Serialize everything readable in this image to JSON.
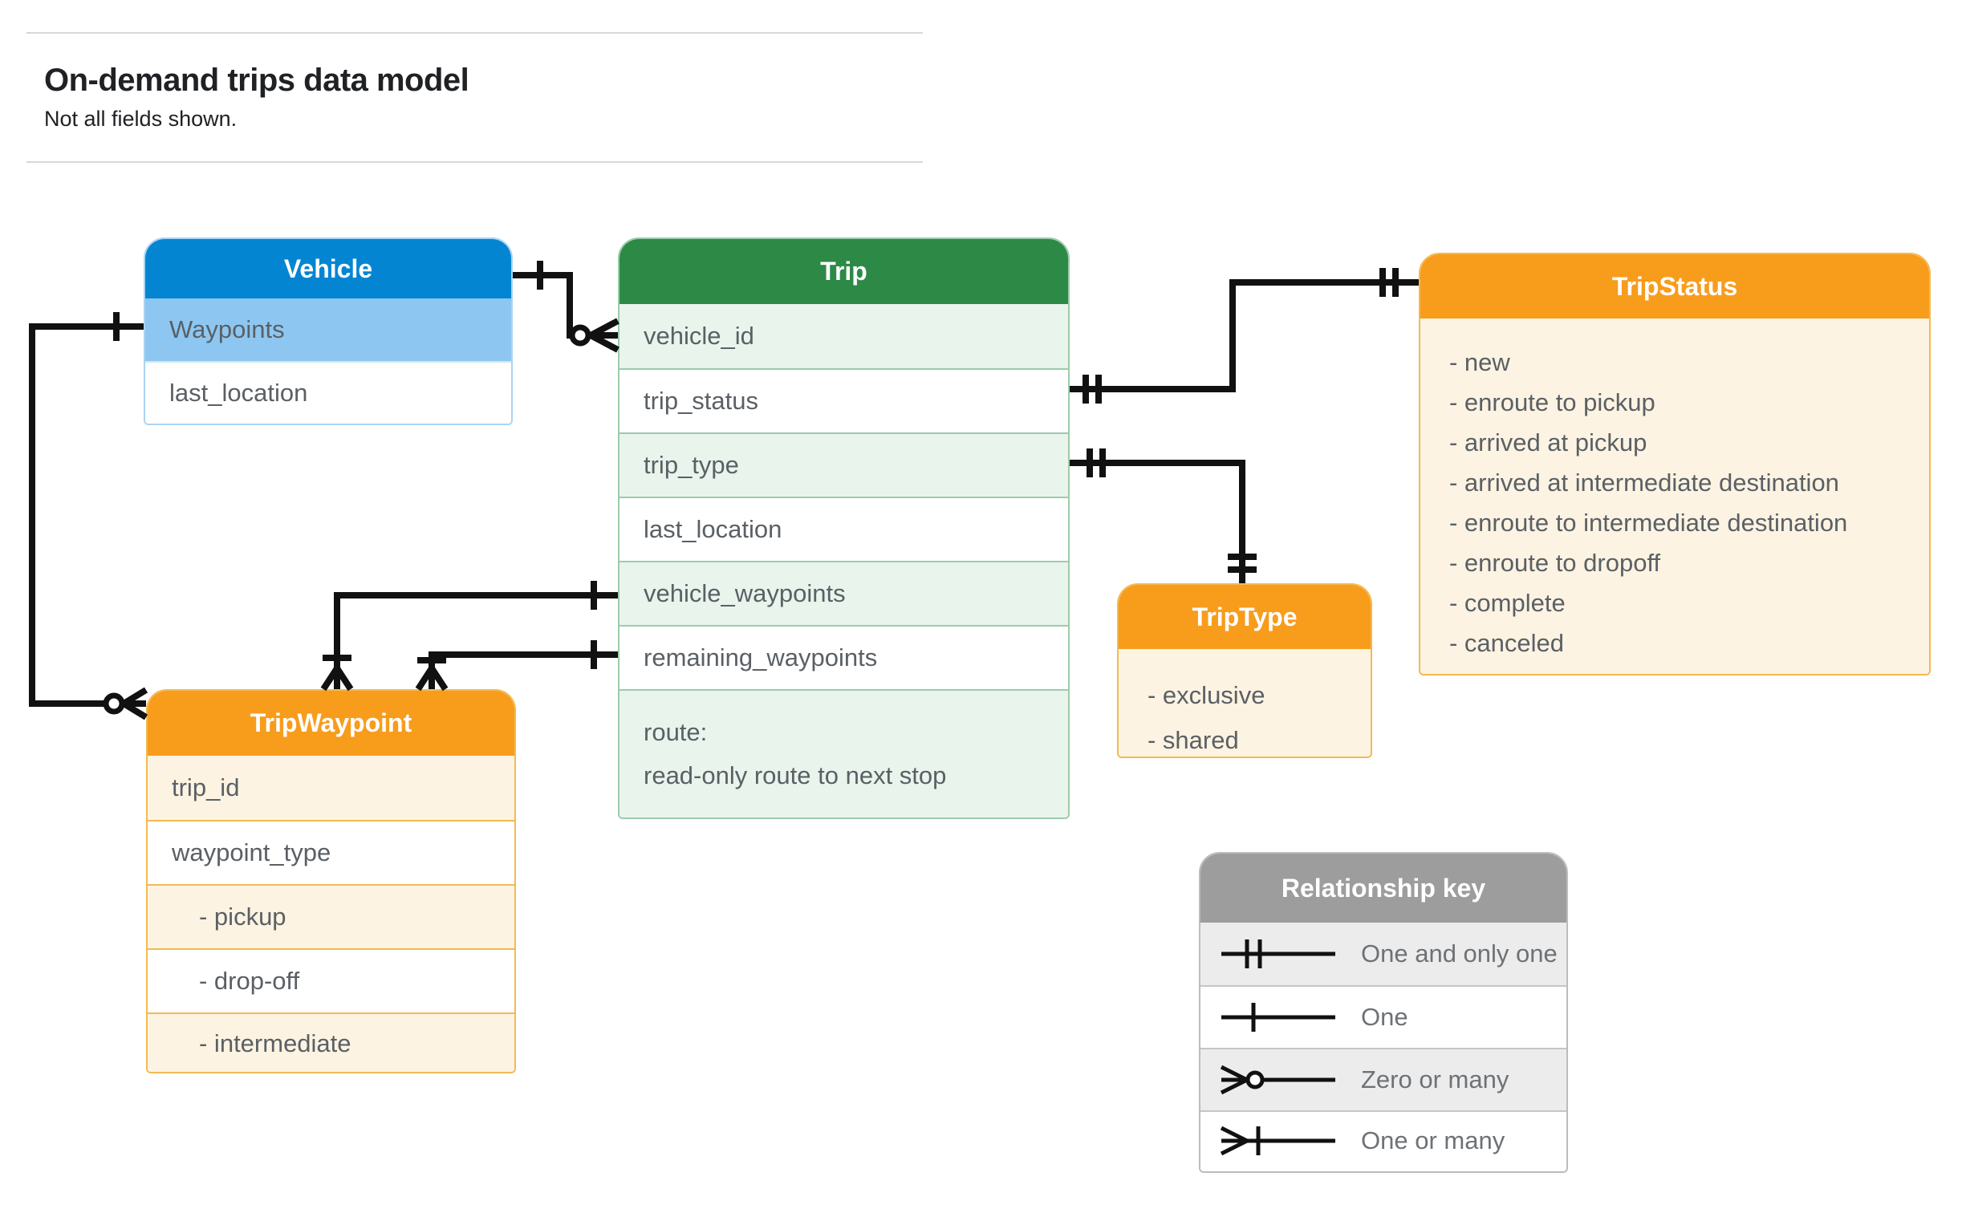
{
  "header": {
    "title": "On-demand trips data model",
    "subtitle": "Not all fields shown."
  },
  "entities": {
    "vehicle": {
      "title": "Vehicle",
      "rows": [
        "Waypoints",
        "last_location"
      ]
    },
    "trip": {
      "title": "Trip",
      "rows": [
        "vehicle_id",
        "trip_status",
        "trip_type",
        "last_location",
        "vehicle_waypoints",
        "remaining_waypoints"
      ],
      "route_line1": "route:",
      "route_line2": "read-only route to next stop"
    },
    "tripStatus": {
      "title": "TripStatus",
      "items": [
        "- new",
        "- enroute to pickup",
        "- arrived at pickup",
        "- arrived at intermediate destination",
        "- enroute to intermediate destination",
        "- enroute to dropoff",
        "- complete",
        "- canceled"
      ]
    },
    "tripType": {
      "title": "TripType",
      "items": [
        "- exclusive",
        "- shared"
      ]
    },
    "tripWaypoint": {
      "title": "TripWaypoint",
      "rows": [
        "trip_id",
        "waypoint_type",
        "- pickup",
        "- drop-off",
        "- intermediate"
      ]
    }
  },
  "legend": {
    "title": "Relationship key",
    "items": [
      {
        "symbol": "one-and-only-one",
        "label": "One and only one"
      },
      {
        "symbol": "one",
        "label": "One"
      },
      {
        "symbol": "zero-or-many",
        "label": "Zero or many"
      },
      {
        "symbol": "one-or-many",
        "label": "One or many"
      }
    ]
  },
  "colors": {
    "vehicle_header": "#0385d2",
    "vehicle_row_highlight": "#8dc7f1",
    "trip_header": "#2d8a46",
    "trip_row_tint": "#e9f4ec",
    "enum_header": "#f89c1c",
    "enum_row_tint": "#fdf3e2",
    "legend_header": "#9d9d9d",
    "legend_row_tint": "#ececec",
    "connector": "#111111"
  }
}
